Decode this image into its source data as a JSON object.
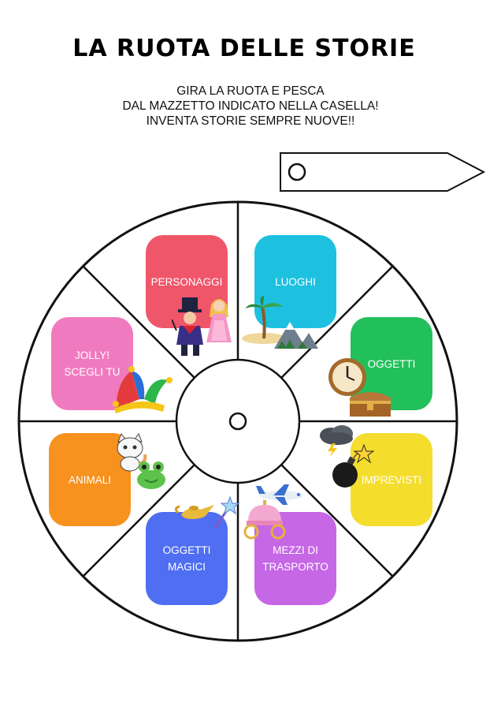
{
  "title": "LA RUOTA DELLE STORIE",
  "instructions": [
    "GIRA LA RUOTA E PESCA",
    "DAL MAZZETTO INDICATO NELLA CASELLA!",
    "INVENTA STORIE SEMPRE NUOVE!!"
  ],
  "sections": {
    "personaggi": {
      "label": "PERSONAGGI",
      "color": "#f0566a"
    },
    "luoghi": {
      "label": "LUOGHI",
      "color": "#1ec0e0"
    },
    "oggetti": {
      "label": "OGGETTI",
      "color": "#22c05a"
    },
    "imprevisti": {
      "label": "IMPREVISTI",
      "color": "#f5dd2e"
    },
    "mezzi": {
      "line1": "MEZZI DI",
      "line2": "TRASPORTO",
      "color": "#c667e6"
    },
    "magici": {
      "line1": "OGGETTI",
      "line2": "MAGICI",
      "color": "#4f6ef2"
    },
    "animali": {
      "label": "ANIMALI",
      "color": "#f7921e"
    },
    "jolly": {
      "line1": "JOLLY!",
      "line2": "SCEGLI TU",
      "color": "#f07ac0"
    }
  },
  "icons": {
    "personaggi": [
      "magician-icon",
      "princess-icon"
    ],
    "luoghi": [
      "palm-island-icon",
      "mountains-icon"
    ],
    "oggetti": [
      "clock-icon",
      "treasure-chest-icon"
    ],
    "imprevisti": [
      "storm-cloud-icon",
      "bomb-icon"
    ],
    "mezzi": [
      "airplane-icon",
      "carriage-icon"
    ],
    "magici": [
      "magic-lamp-icon",
      "magic-wand-icon"
    ],
    "animali": [
      "cat-icon",
      "frog-icon"
    ],
    "jolly": [
      "jester-hat-icon"
    ]
  }
}
